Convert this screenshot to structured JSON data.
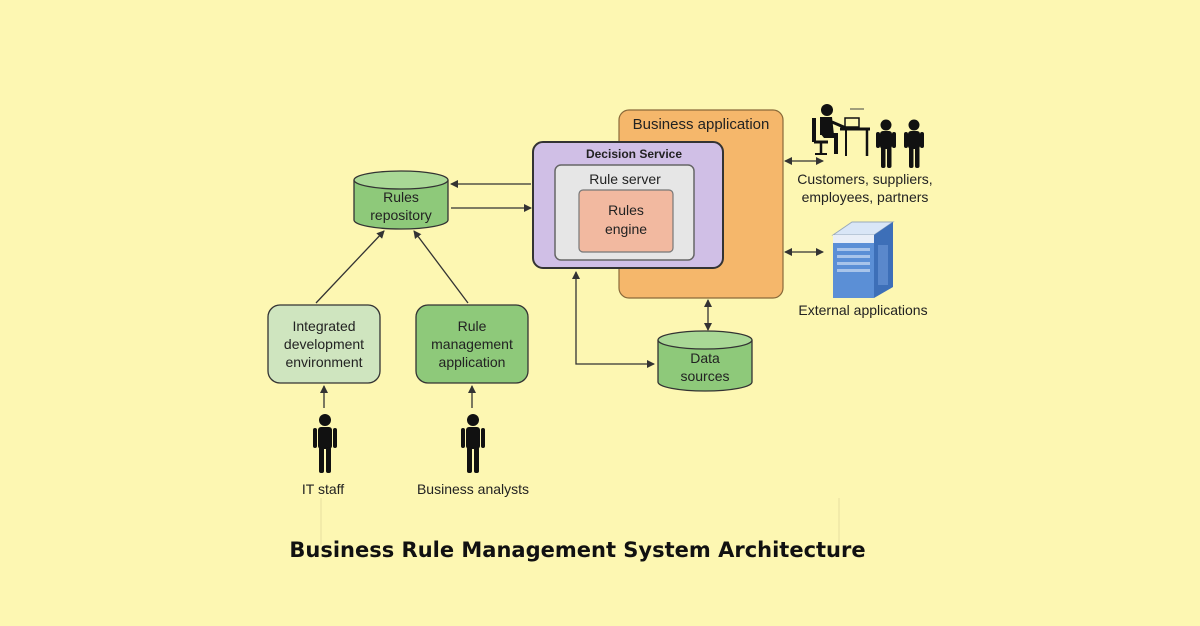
{
  "title": "Business Rule Management System Architecture",
  "nodes": {
    "rules_repository": [
      "Rules",
      "repository"
    ],
    "ide": [
      "Integrated",
      "development",
      "environment"
    ],
    "rule_mgmt_app": [
      "Rule",
      "management",
      "application"
    ],
    "decision_service": "Decision Service",
    "rule_server": "Rule server",
    "rules_engine": [
      "Rules",
      "engine"
    ],
    "business_application": "Business application",
    "data_sources": [
      "Data",
      "sources"
    ]
  },
  "actors": {
    "it_staff": "IT staff",
    "business_analysts": "Business analysts",
    "customers": [
      "Customers, suppliers,",
      "employees, partners"
    ],
    "external_apps": "External applications"
  },
  "colors": {
    "background": "#fdf7b2",
    "green": "#8ec97a",
    "light_green": "#cfe5bf",
    "purple": "#d0bfe6",
    "orange": "#f5b76b",
    "salmon": "#f2b9a0",
    "gray": "#e6e6e6",
    "server_blue": "#5b8fd6"
  },
  "icons": [
    "person-icon",
    "person-at-desk-icon",
    "server-icon"
  ]
}
